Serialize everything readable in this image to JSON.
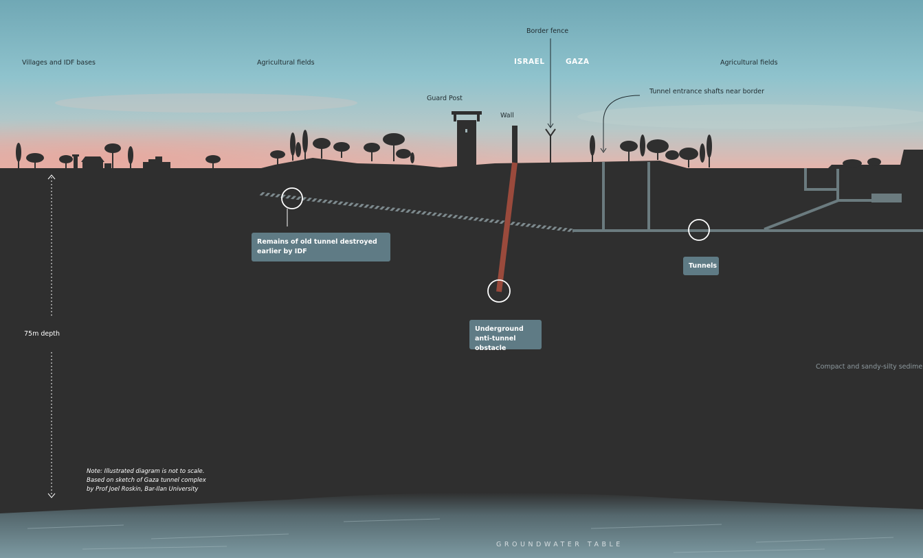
{
  "labels": {
    "villages": "Villages and IDF bases",
    "fields_left": "Agricultural fields",
    "fields_right": "Agricultural fields",
    "border_fence": "Border fence",
    "israel": "ISRAEL",
    "gaza": "GAZA",
    "guard_post": "Guard Post",
    "wall": "Wall",
    "shafts": "Tunnel entrance shafts near border"
  },
  "callouts": {
    "old_tunnel": "Remains of old tunnel destroyed earlier by IDF",
    "obstacle": "Underground anti-tunnel obstacle",
    "tunnels": "Tunnels"
  },
  "depth": "75m depth",
  "note": {
    "line1": "Note: Illustrated diagram is not to scale.",
    "line2": "Based on sketch of Gaza tunnel complex",
    "line3": "by Prof Joel Roskin, Bar-Ilan University"
  },
  "sediment": "Compact and sandy-silty sedimer",
  "groundwater": "GROUNDWATER TABLE",
  "colors": {
    "sky_top": "#76aebb",
    "sky_pink": "#e2aaa3",
    "ground": "#2f2f2f",
    "tunnel": "#6b7b7f",
    "obstacle": "#9a4a3c",
    "callout": "#5f7b85",
    "groundwater": "#6f8c95"
  }
}
